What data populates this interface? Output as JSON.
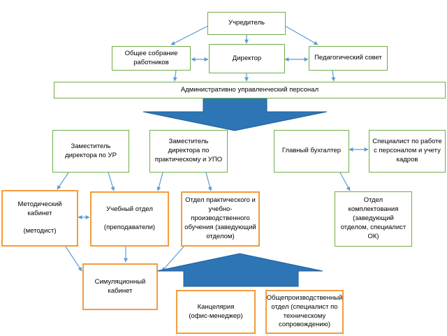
{
  "colors": {
    "green_border": "#70ad47",
    "orange_border": "#f39c3c",
    "arrow": "#5b9bd5",
    "big_arrow": "#2e75b6"
  },
  "nodes": {
    "founder": "Учредитель",
    "general_meeting": "Общее собрание\nработников",
    "director": "Директор",
    "ped_council": "Педагогический совет",
    "admin_staff": "Административно управленческий персонал",
    "deputy_ur": "Заместитель\nдиректора по УР",
    "deputy_upo": "Заместитель\nдиректора по\nпрактическому и УПО",
    "chief_accountant": "Главный бухгалтер",
    "hr_specialist": "Специалист по работе\nс персоналом и учету\nкадров",
    "method_office": "Методический\nкабинет\n\n(методист)",
    "study_dept": "Учебный отдел\n\n(преподаватели)",
    "practice_dept": "Отдел практического и\nучебно-\nпроизводственного\nобучения (заведующий\nотделом)",
    "staffing_dept": "Отдел\nкомплектования\n(заведующий\nотделом, специалист\nОК)",
    "simulation_office": "Симуляционный\nкабинет",
    "chancellery": "Канцелярия\n(офис-менеджер)",
    "general_prod_dept": "Общепроизводственный\nотдел (специалист по\nтехническому\nсопровождению)"
  }
}
